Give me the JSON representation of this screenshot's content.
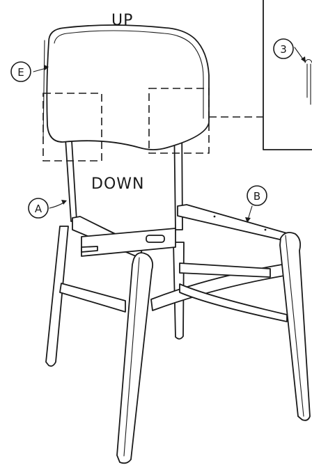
{
  "labels": {
    "up": "UP",
    "down": "DOWN"
  },
  "callouts": {
    "part_e": "E",
    "part_a": "A",
    "part_b": "B",
    "step_3": "3"
  }
}
